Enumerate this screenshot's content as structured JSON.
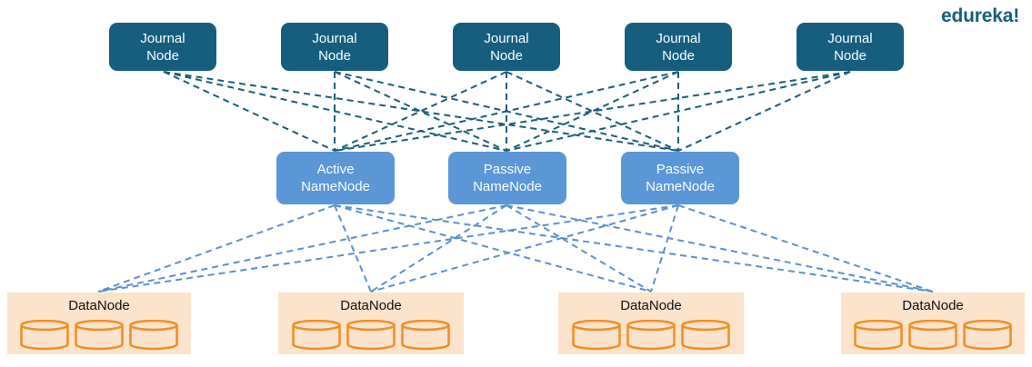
{
  "brand": {
    "logo_text": "edureka!"
  },
  "colors": {
    "journal_fill": "#155e7e",
    "namenode_fill": "#5b96d6",
    "datanode_fill": "#fbe3cc",
    "disk_stroke": "#f08f22",
    "top_edge": "#1a5d7c",
    "bottom_edge": "#5b8fcf"
  },
  "journal_nodes": [
    {
      "label_line1": "Journal",
      "label_line2": "Node"
    },
    {
      "label_line1": "Journal",
      "label_line2": "Node"
    },
    {
      "label_line1": "Journal",
      "label_line2": "Node"
    },
    {
      "label_line1": "Journal",
      "label_line2": "Node"
    },
    {
      "label_line1": "Journal",
      "label_line2": "Node"
    }
  ],
  "name_nodes": [
    {
      "label_line1": "Active",
      "label_line2": "NameNode"
    },
    {
      "label_line1": "Passive",
      "label_line2": "NameNode"
    },
    {
      "label_line1": "Passive",
      "label_line2": "NameNode"
    }
  ],
  "data_nodes": [
    {
      "label": "DataNode",
      "disk_count": 3
    },
    {
      "label": "DataNode",
      "disk_count": 3
    },
    {
      "label": "DataNode",
      "disk_count": 3
    },
    {
      "label": "DataNode",
      "disk_count": 3
    }
  ]
}
